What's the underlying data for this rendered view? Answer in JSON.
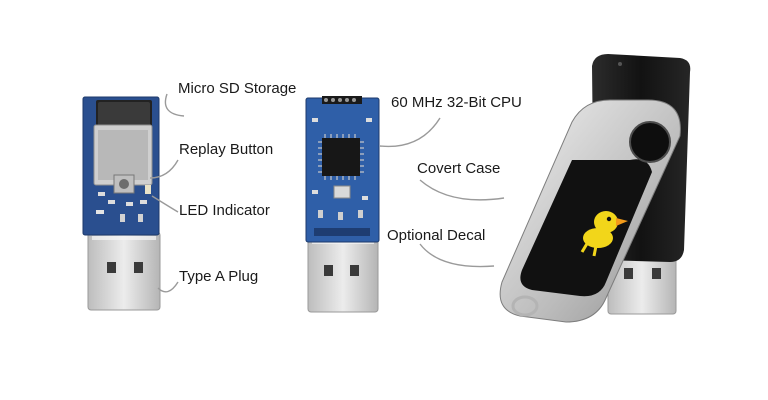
{
  "labels": {
    "micro_sd": "Micro SD Storage",
    "replay_button": "Replay Button",
    "led_indicator": "LED Indicator",
    "type_a_plug": "Type A Plug",
    "cpu": "60 MHz 32-Bit CPU",
    "covert_case": "Covert Case",
    "optional_decal": "Optional Decal"
  },
  "colors": {
    "pcb": "#2a4f8f",
    "usb_metal": "#d7d7d7",
    "case_black": "#1c1c1c",
    "swivel_silver": "#c9c9c9",
    "decal_yellow": "#f2d61a"
  },
  "icons": [
    "duck-decal-icon"
  ]
}
